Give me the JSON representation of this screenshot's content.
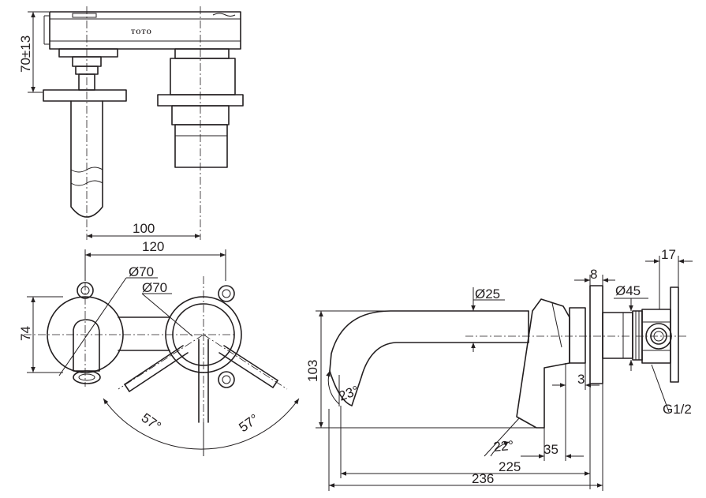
{
  "brand": "TOTO",
  "colors": {
    "line": "#231f20",
    "background": "#ffffff"
  },
  "dimensions": {
    "height_tol": "70±13",
    "spacing_100": "100",
    "spacing_120": "120",
    "dia_plate_1": "Ø70",
    "dia_plate_2": "Ø70",
    "height_74": "74",
    "angle_left": "57°",
    "angle_right": "57°",
    "dia_spout": "Ø25",
    "height_103": "103",
    "angle_23": "23°",
    "angle_22": "22°",
    "len_35": "35",
    "len_225": "225",
    "len_236": "236",
    "len_3": "3",
    "thk_8": "8",
    "dia_45": "Ø45",
    "len_17": "17",
    "thread": "G1/2"
  }
}
